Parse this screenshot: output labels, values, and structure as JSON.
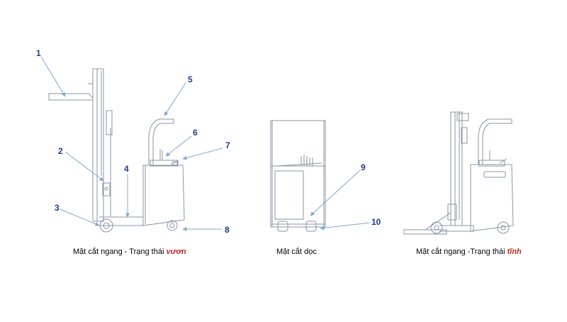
{
  "diagram": {
    "callouts": [
      "1",
      "2",
      "3",
      "4",
      "5",
      "6",
      "7",
      "8",
      "9",
      "10"
    ],
    "captions": {
      "left": {
        "text": "Mặt cắt ngang - Trạng thái ",
        "state": "vươn"
      },
      "middle": {
        "text": "Mặt cắt dọc"
      },
      "right": {
        "text": "Mặt cắt ngang -Trạng thái ",
        "state": "tĩnh"
      }
    },
    "colors": {
      "line": "#8a94a6",
      "arrow": "#7fa7d6",
      "number": "#1f3a93",
      "state": "#c62828"
    }
  }
}
